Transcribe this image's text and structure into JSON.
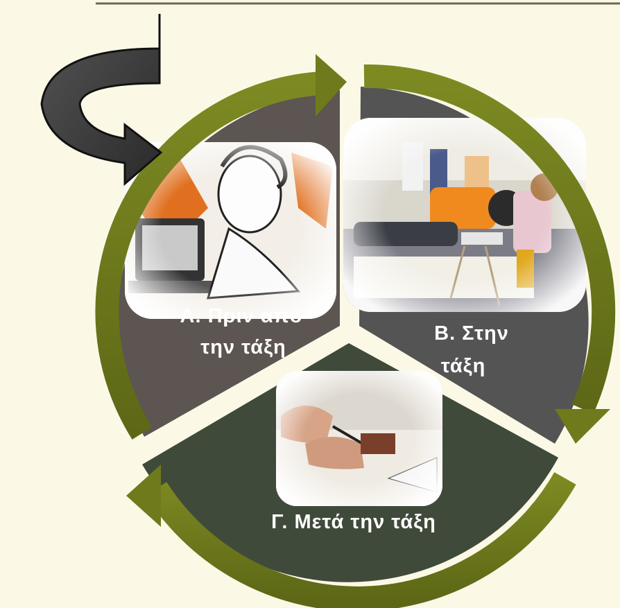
{
  "diagram": {
    "segments": [
      {
        "id": "before",
        "label_line1": "Α. Πριν  από",
        "label_line2": "την  τάξη",
        "photo": "student-at-laptop-sketch",
        "fill": "#5c5551"
      },
      {
        "id": "during",
        "label_line1": "Β.  Στην",
        "label_line2": "τάξη",
        "photo": "children-building-model",
        "fill": "#545454"
      },
      {
        "id": "after",
        "label_line1": "Γ. Μετά  την  τάξη",
        "label_line2": "",
        "photo": "hands-drawing-on-paper",
        "fill": "#3f4a3b"
      }
    ],
    "colors": {
      "background": "#fbf9e6",
      "arrow_ring": "#6f7a1c",
      "entry_arrow": "#3a3a3a",
      "top_rule": "#6b6658"
    },
    "icons": {
      "entry_arrow": "curved-arrow-icon",
      "ring_arrows": "cycle-arrow-icon"
    }
  }
}
